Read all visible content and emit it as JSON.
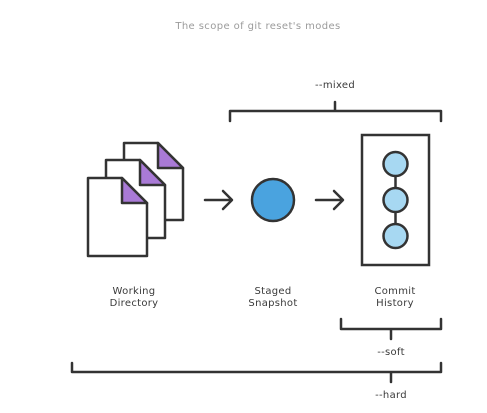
{
  "title": "The scope of git reset's modes",
  "stages": {
    "working": {
      "line1": "Working",
      "line2": "Directory"
    },
    "staged": {
      "line1": "Staged",
      "line2": "Snapshot"
    },
    "history": {
      "line1": "Commit",
      "line2": "History"
    }
  },
  "scopes": {
    "mixed": "--mixed",
    "soft": "--soft",
    "hard": "--hard"
  },
  "colors": {
    "stroke": "#333333",
    "file_corner": "#a97ad6",
    "snapshot_fill": "#4aa3df",
    "commit_fill": "#a7d8f2",
    "title_text": "#9b9b9b"
  }
}
